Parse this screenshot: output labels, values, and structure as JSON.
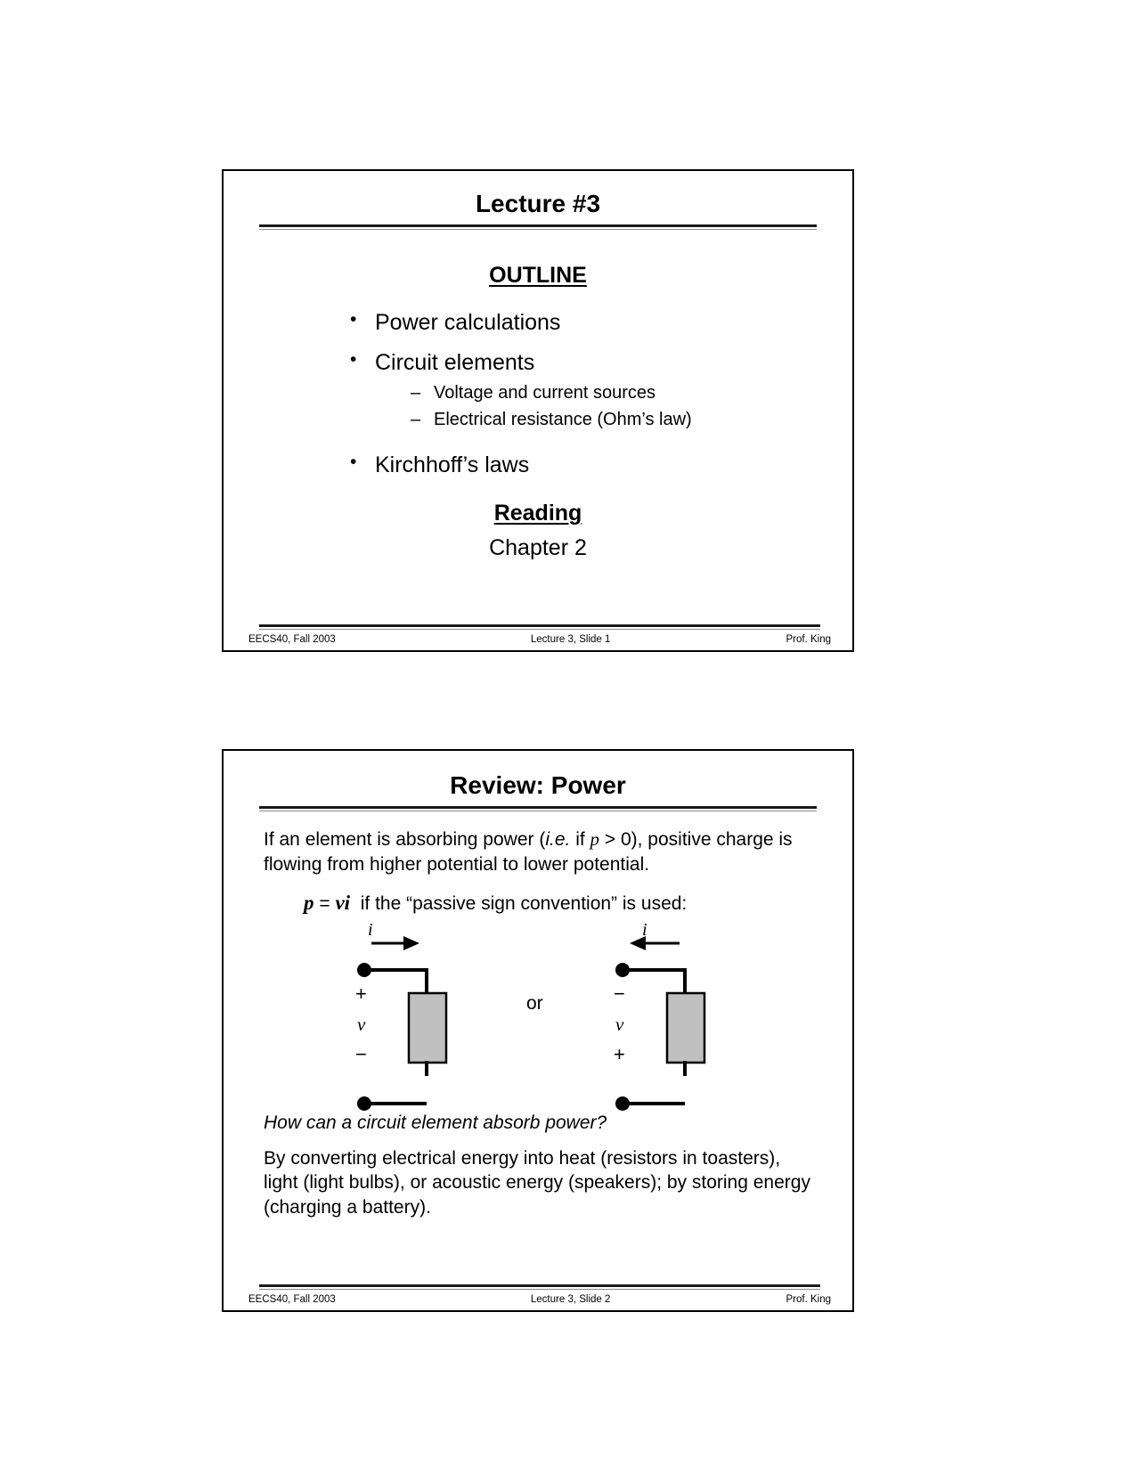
{
  "document": {
    "kind": "lecture-slide-handout",
    "page_background": "#ffffff"
  },
  "slide1": {
    "title": "Lecture #3",
    "outline_heading": "OUTLINE",
    "bullets": [
      {
        "label": "Power calculations",
        "sub": []
      },
      {
        "label": "Circuit elements",
        "sub": [
          "Voltage and current sources",
          "Electrical resistance (Ohm’s law)"
        ]
      },
      {
        "label": "Kirchhoff’s laws",
        "sub": []
      }
    ],
    "reading_heading": "Reading",
    "reading_body": "Chapter 2",
    "footer": {
      "left": "EECS40, Fall 2003",
      "center": "Lecture 3, Slide 1",
      "right": "Prof. King"
    }
  },
  "slide2": {
    "title": "Review: Power",
    "intro_part1": "If an element is absorbing power (",
    "intro_italic": "i.e.",
    "intro_part2": " if ",
    "intro_var": "p",
    "intro_part3": " > 0), positive charge is flowing from higher potential to lower potential.",
    "equation": {
      "p": "p",
      "equals": "=",
      "vi": "vi",
      "text": "if the “passive sign convention” is used:"
    },
    "figure": {
      "or_label": "or",
      "left": {
        "current_label": "i",
        "current_direction": "right",
        "top_sign": "+",
        "voltage_label": "v",
        "bottom_sign": "−",
        "element_fill": "#c0c0c0"
      },
      "right": {
        "current_label": "i",
        "current_direction": "left",
        "top_sign": "−",
        "voltage_label": "v",
        "bottom_sign": "+",
        "element_fill": "#c0c0c0"
      }
    },
    "question": "How can a circuit element absorb power?",
    "answer": "By converting electrical energy into heat (resistors in toasters), light (light bulbs), or acoustic energy (speakers); by storing energy (charging a battery).",
    "footer": {
      "left": "EECS40, Fall 2003",
      "center": "Lecture 3, Slide 2",
      "right": "Prof. King"
    }
  }
}
